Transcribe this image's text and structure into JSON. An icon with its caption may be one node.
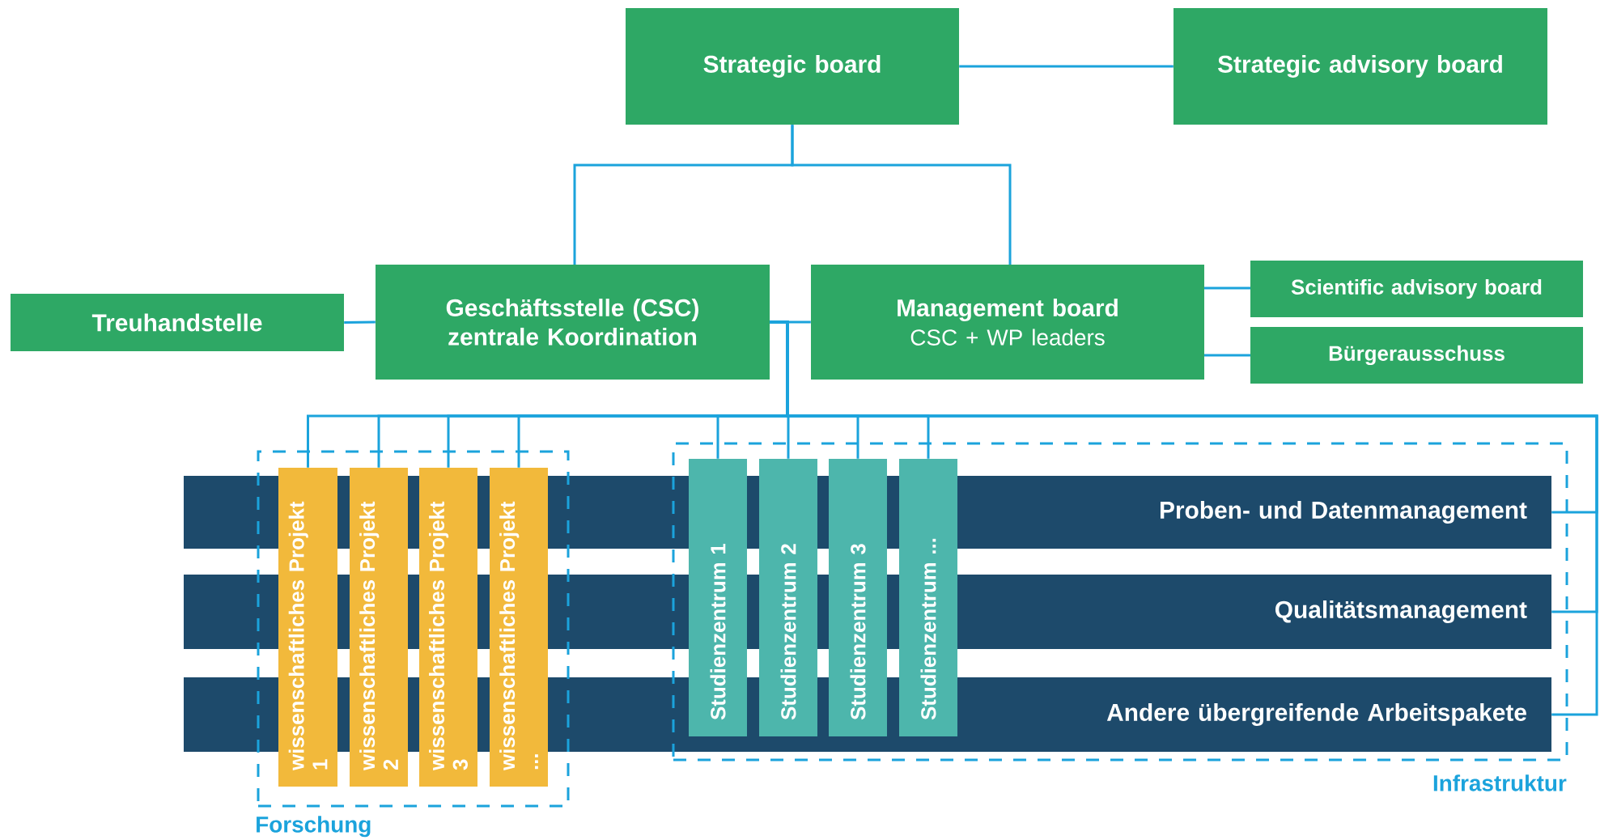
{
  "diagram": {
    "nodes": [
      {
        "text": [
          "Strategic board"
        ]
      },
      {
        "text": [
          "Strategic advisory board"
        ]
      },
      {
        "text": [
          "Treuhandstelle"
        ]
      },
      {
        "text": [
          "Geschäftsstelle (CSC) zentrale Koordination"
        ]
      },
      {
        "text": [
          "Management board",
          "CSC + WP leaders"
        ]
      },
      {
        "text": [
          "Scientific advisory board"
        ]
      },
      {
        "text": [
          "Bürgerausschuss"
        ]
      },
      {
        "text": [
          "Forschung"
        ]
      },
      {
        "text": [
          "wissenschaftliches Projekt 1"
        ],
        "in": 7
      },
      {
        "text": [
          "wissenschaftliches Projekt 2"
        ],
        "in": 7
      },
      {
        "text": [
          "wissenschaftliches Projekt 3"
        ],
        "in": 7
      },
      {
        "text": [
          "wissenschaftliches Projekt ..."
        ],
        "in": 7
      },
      {
        "text": [
          "Infrastruktur"
        ]
      },
      {
        "text": [
          "Studienzentrum 1"
        ],
        "in": 12
      },
      {
        "text": [
          "Studienzentrum 2"
        ],
        "in": 12
      },
      {
        "text": [
          "Studienzentrum 3"
        ],
        "in": 12
      },
      {
        "text": [
          "Studienzentrum ..."
        ],
        "in": 12
      },
      {
        "text": [
          "Proben- und Datenmanagement"
        ]
      },
      {
        "text": [
          "Qualitätsmanagement"
        ]
      },
      {
        "text": [
          "Andere übergreifende Arbeitspakete"
        ]
      }
    ],
    "edges": [
      {
        "from": 0,
        "to": 1,
        "arrow": "none"
      },
      {
        "from": 0,
        "to": 3,
        "arrow": "none"
      },
      {
        "from": 0,
        "to": 4,
        "arrow": "none"
      },
      {
        "from": 2,
        "to": 3,
        "arrow": "none"
      },
      {
        "from": 3,
        "to": 4,
        "arrow": "none"
      },
      {
        "from": 4,
        "to": 5,
        "arrow": "none"
      },
      {
        "from": 4,
        "to": 6,
        "arrow": "none"
      },
      {
        "from": 3,
        "to": 8,
        "arrow": "none"
      },
      {
        "from": 3,
        "to": 9,
        "arrow": "none"
      },
      {
        "from": 3,
        "to": 10,
        "arrow": "none"
      },
      {
        "from": 3,
        "to": 11,
        "arrow": "none"
      },
      {
        "from": 3,
        "to": 13,
        "arrow": "none"
      },
      {
        "from": 3,
        "to": 14,
        "arrow": "none"
      },
      {
        "from": 3,
        "to": 15,
        "arrow": "none"
      },
      {
        "from": 3,
        "to": 16,
        "arrow": "none"
      },
      {
        "from": 3,
        "to": 17,
        "arrow": "none"
      },
      {
        "from": 3,
        "to": 18,
        "arrow": "none"
      },
      {
        "from": 3,
        "to": 19,
        "arrow": "none"
      }
    ]
  }
}
